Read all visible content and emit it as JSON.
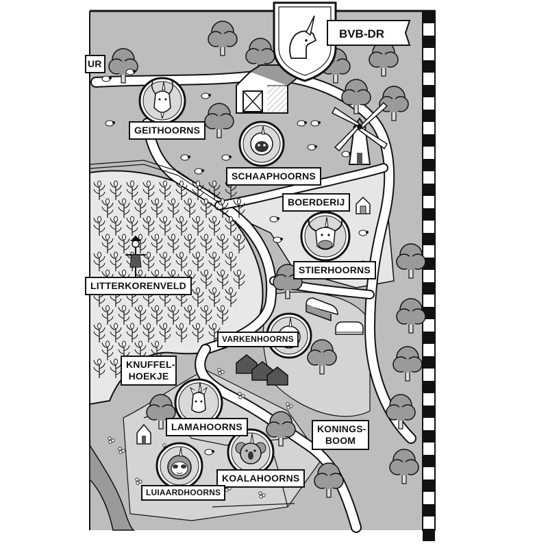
{
  "map": {
    "labels": {
      "cut_label": "UR",
      "geithoorns": "GEITHOORNS",
      "schaaphoorns": "SCHAAPHOORNS",
      "boerderij": "BOERDERIJ",
      "stierhoorns": "STIERHOORNS",
      "glitterkorenveld": "LITTERKORENVELD",
      "varkenhoorns": "VARKENHOORNS",
      "knuffelhoekje_line1": "KNUFFEL-",
      "knuffelhoekje_line2": "HOEKJE",
      "lamahoorns": "LAMAHOORNS",
      "koningsboom_line1": "KONINGS-",
      "koningsboom_line2": "BOOM",
      "koalahoorns": "KOALAHOORNS",
      "luiaardhoorns": "LUIAARDHOORNS"
    },
    "crest": {
      "text": "BVB-DR"
    },
    "icons": [
      "goat-unicorn-icon",
      "sheep-unicorn-icon",
      "bull-unicorn-icon",
      "pig-unicorn-icon",
      "llama-unicorn-icon",
      "sloth-unicorn-icon",
      "koala-unicorn-icon",
      "windmill-icon",
      "barn-icon",
      "scarecrow-icon",
      "unicorn-head-crest-icon"
    ],
    "colors": {
      "ground": "#bdbdbd",
      "field": "#e6e6e6",
      "path": "#ffffff",
      "ink": "#111111",
      "tree": "#9a9a9a",
      "border": "#111111"
    }
  }
}
